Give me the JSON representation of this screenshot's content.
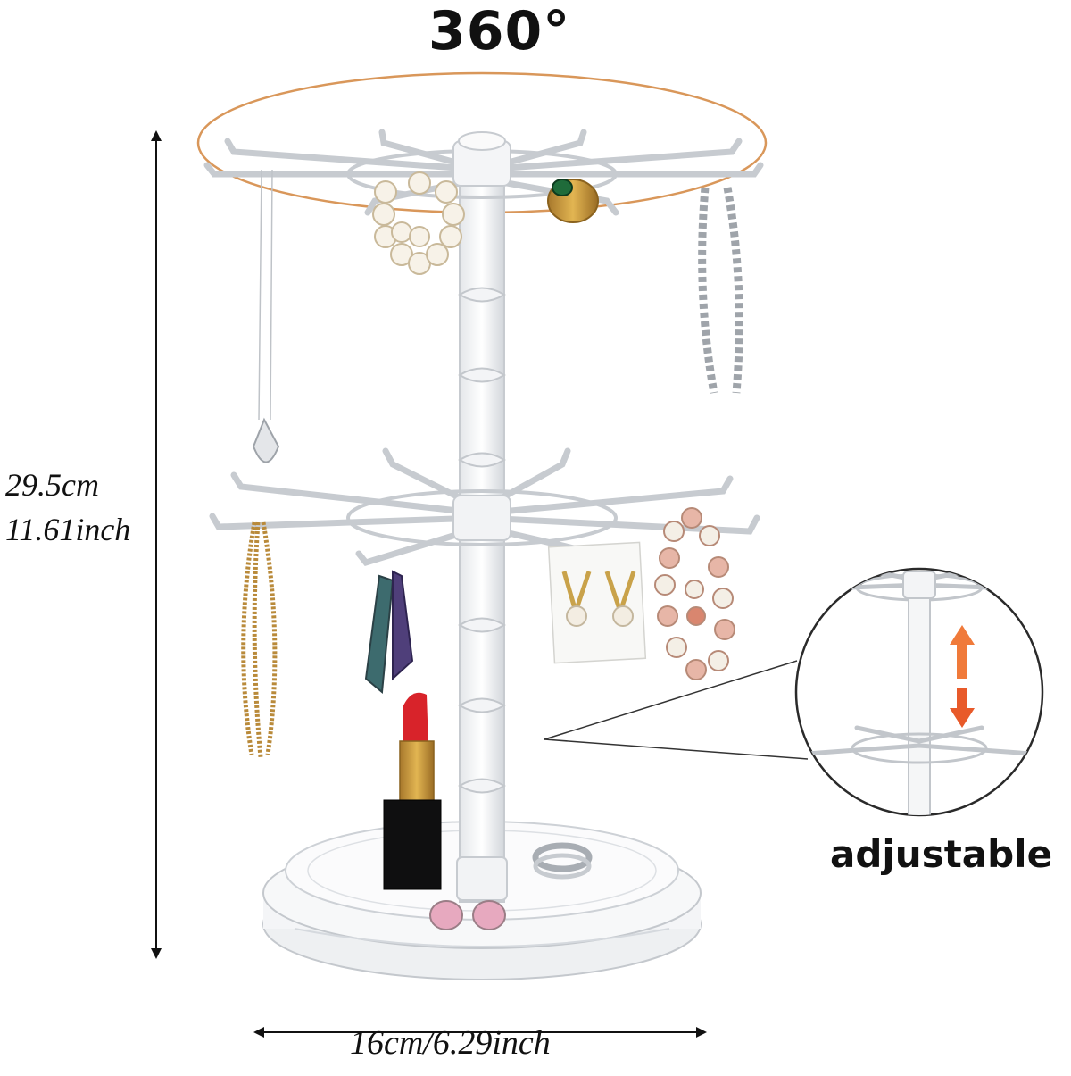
{
  "labels": {
    "rotation": "360°",
    "height_cm": "29.5cm",
    "height_inch": "11.61inch",
    "width": "16cm/6.29inch",
    "adjustable": "adjustable"
  },
  "colors": {
    "rotation_ring": "#d9975a",
    "arrow_up": "#f07a3a",
    "arrow_down": "#e85a2a",
    "dimension_line": "#111111",
    "acrylic": "#c9cdd3"
  }
}
